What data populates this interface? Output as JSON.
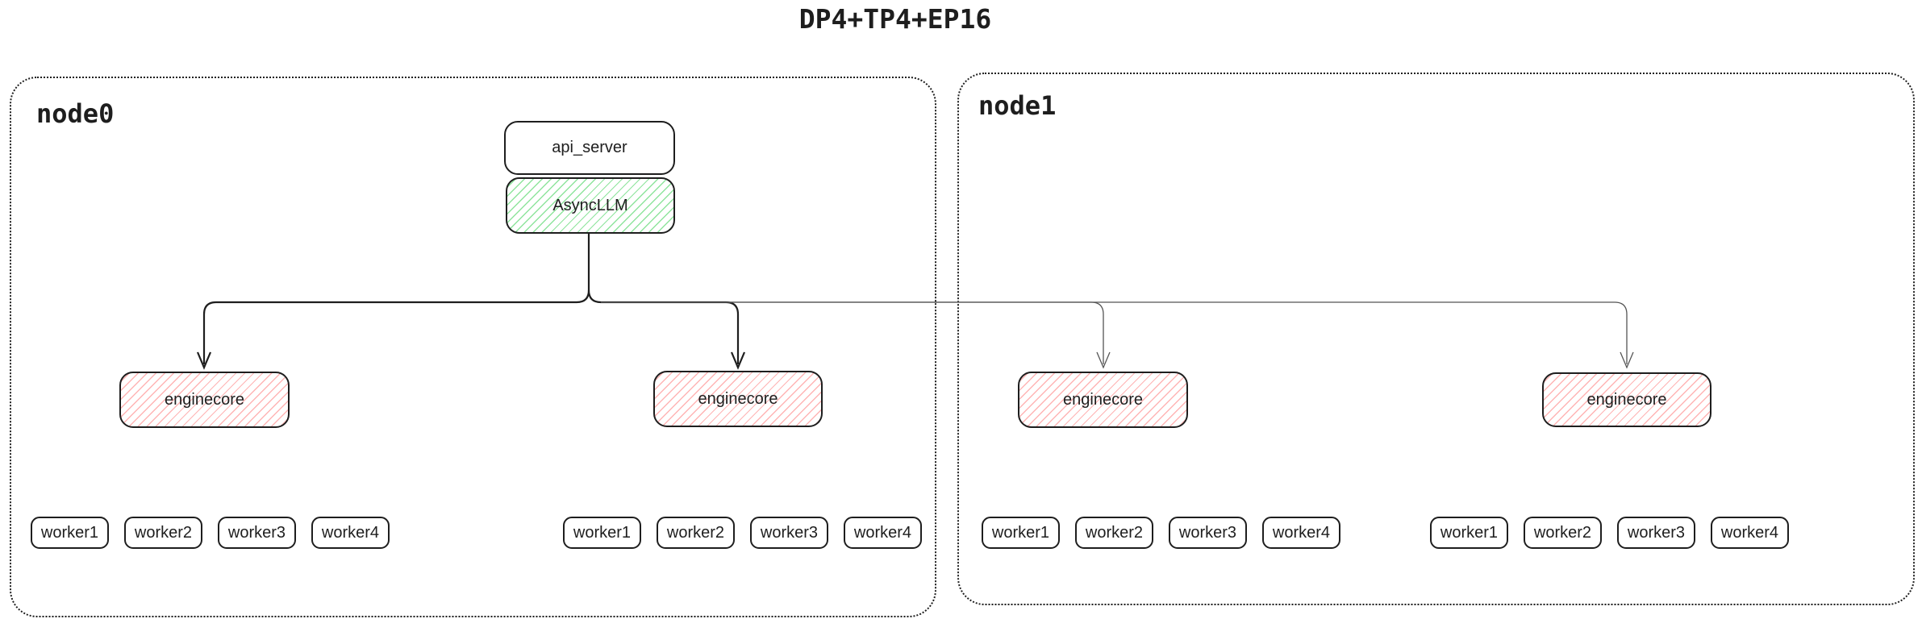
{
  "title": "DP4+TP4+EP16",
  "nodes": [
    {
      "label": "node0",
      "boxes": [
        "api_server",
        "AsyncLLM",
        "enginecore",
        "enginecore"
      ],
      "worker_groups": [
        [
          "worker1",
          "worker2",
          "worker3",
          "worker4"
        ],
        [
          "worker1",
          "worker2",
          "worker3",
          "worker4"
        ]
      ]
    },
    {
      "label": "node1",
      "boxes": [
        "enginecore",
        "enginecore"
      ],
      "worker_groups": [
        [
          "worker1",
          "worker2",
          "worker3",
          "worker4"
        ],
        [
          "worker1",
          "worker2",
          "worker3",
          "worker4"
        ]
      ]
    }
  ],
  "colors": {
    "ink": "#1e1e1e",
    "green_hatch": "#69db7c",
    "red_hatch": "#ff8787",
    "thin_edge": "#555555"
  }
}
